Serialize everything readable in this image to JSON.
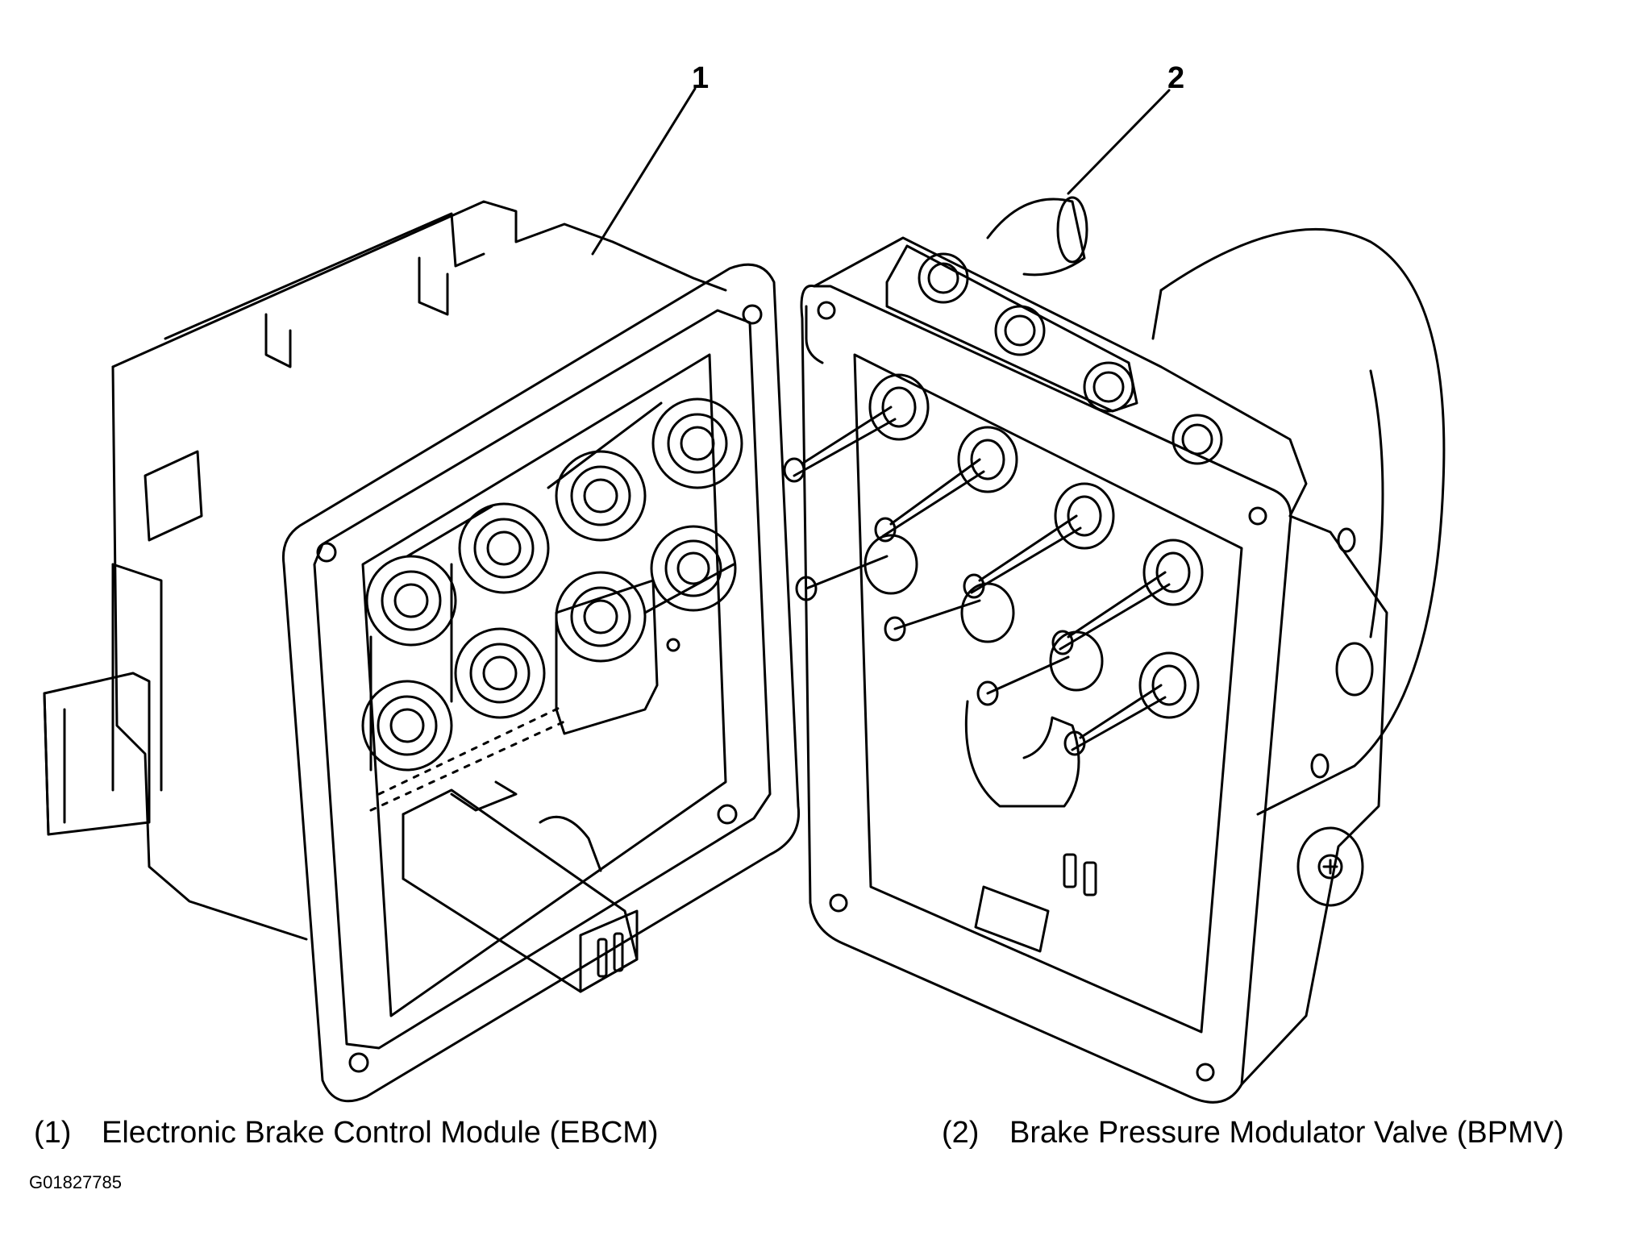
{
  "callouts": [
    {
      "number": "1"
    },
    {
      "number": "2"
    }
  ],
  "legend": [
    {
      "number": "(1)",
      "text": "Electronic Brake Control Module (EBCM)"
    },
    {
      "number": "(2)",
      "text": "Brake Pressure Modulator Valve (BPMV)"
    }
  ],
  "figure_id": "G01827785",
  "colors": {
    "line": "#000000",
    "background": "#ffffff"
  }
}
